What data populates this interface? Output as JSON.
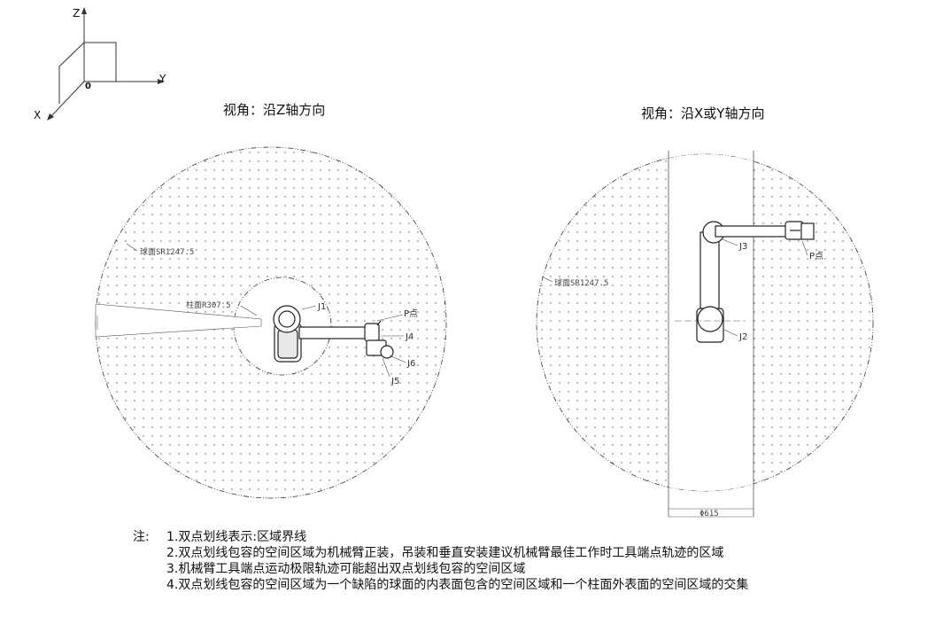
{
  "axes": {
    "z": "Z",
    "y": "Y",
    "x": "X",
    "origin": "0"
  },
  "views": [
    {
      "title": "视角：沿Z轴方向",
      "sphere_label": "球面SR1247.5",
      "cylinder_label": "柱面R307.5",
      "joints": [
        "J1",
        "J4",
        "J5",
        "J6"
      ],
      "point_label": "P点"
    },
    {
      "title": "视角：沿X或Y轴方向",
      "sphere_label": "球面SR1247.5",
      "joints": [
        "J2",
        "J3"
      ],
      "point_label": "P点",
      "dimension": "Φ615"
    }
  ],
  "notes": {
    "prefix": "注:",
    "items": [
      "1.双点划线表示:区域界线",
      "2.双点划线包容的空间区域为机械臂正装，吊装和垂直安装建议机械臂最佳工作时工具端点轨迹的区域",
      "3.机械臂工具端点运动极限轨迹可能超出双点划线包容的空间区域",
      "4.双点划线包容的空间区域为一个缺陷的球面的内表面包含的空间区域和一个柱面外表面的空间区域的交集"
    ]
  },
  "colors": {
    "line": "#333333",
    "dot": "#555555",
    "background": "#ffffff"
  }
}
